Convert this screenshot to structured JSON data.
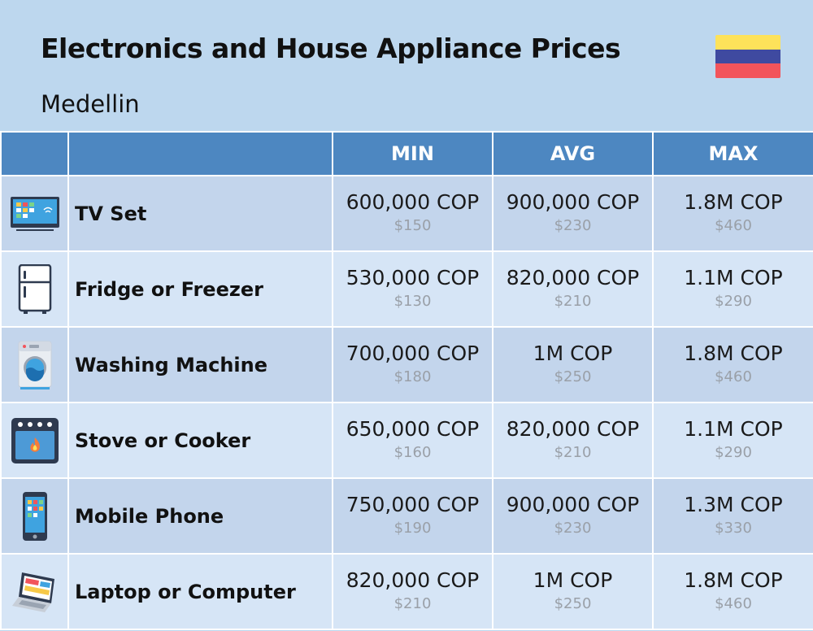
{
  "header": {
    "title": "Electronics and House Appliance Prices",
    "city": "Medellin",
    "flag_colors": [
      "#fde25a",
      "#3f4aa0",
      "#f2545b"
    ]
  },
  "table": {
    "columns": [
      "",
      "",
      "MIN",
      "AVG",
      "MAX"
    ],
    "rows": [
      {
        "icon": "tv-icon",
        "name": "TV Set",
        "min": {
          "local": "600,000 COP",
          "usd": "$150"
        },
        "avg": {
          "local": "900,000 COP",
          "usd": "$230"
        },
        "max": {
          "local": "1.8M COP",
          "usd": "$460"
        }
      },
      {
        "icon": "fridge-icon",
        "name": "Fridge or Freezer",
        "min": {
          "local": "530,000 COP",
          "usd": "$130"
        },
        "avg": {
          "local": "820,000 COP",
          "usd": "$210"
        },
        "max": {
          "local": "1.1M COP",
          "usd": "$290"
        }
      },
      {
        "icon": "washing-machine-icon",
        "name": "Washing Machine",
        "min": {
          "local": "700,000 COP",
          "usd": "$180"
        },
        "avg": {
          "local": "1M COP",
          "usd": "$250"
        },
        "max": {
          "local": "1.8M COP",
          "usd": "$460"
        }
      },
      {
        "icon": "stove-icon",
        "name": "Stove or Cooker",
        "min": {
          "local": "650,000 COP",
          "usd": "$160"
        },
        "avg": {
          "local": "820,000 COP",
          "usd": "$210"
        },
        "max": {
          "local": "1.1M COP",
          "usd": "$290"
        }
      },
      {
        "icon": "mobile-phone-icon",
        "name": "Mobile Phone",
        "min": {
          "local": "750,000 COP",
          "usd": "$190"
        },
        "avg": {
          "local": "900,000 COP",
          "usd": "$230"
        },
        "max": {
          "local": "1.3M COP",
          "usd": "$330"
        }
      },
      {
        "icon": "laptop-icon",
        "name": "Laptop or Computer",
        "min": {
          "local": "820,000 COP",
          "usd": "$210"
        },
        "avg": {
          "local": "1M COP",
          "usd": "$250"
        },
        "max": {
          "local": "1.8M COP",
          "usd": "$460"
        }
      }
    ]
  },
  "colors": {
    "background": "#bdd7ee",
    "header_row": "#4d87c1",
    "row_odd": "#c3d5ec",
    "row_even": "#d6e5f6"
  }
}
